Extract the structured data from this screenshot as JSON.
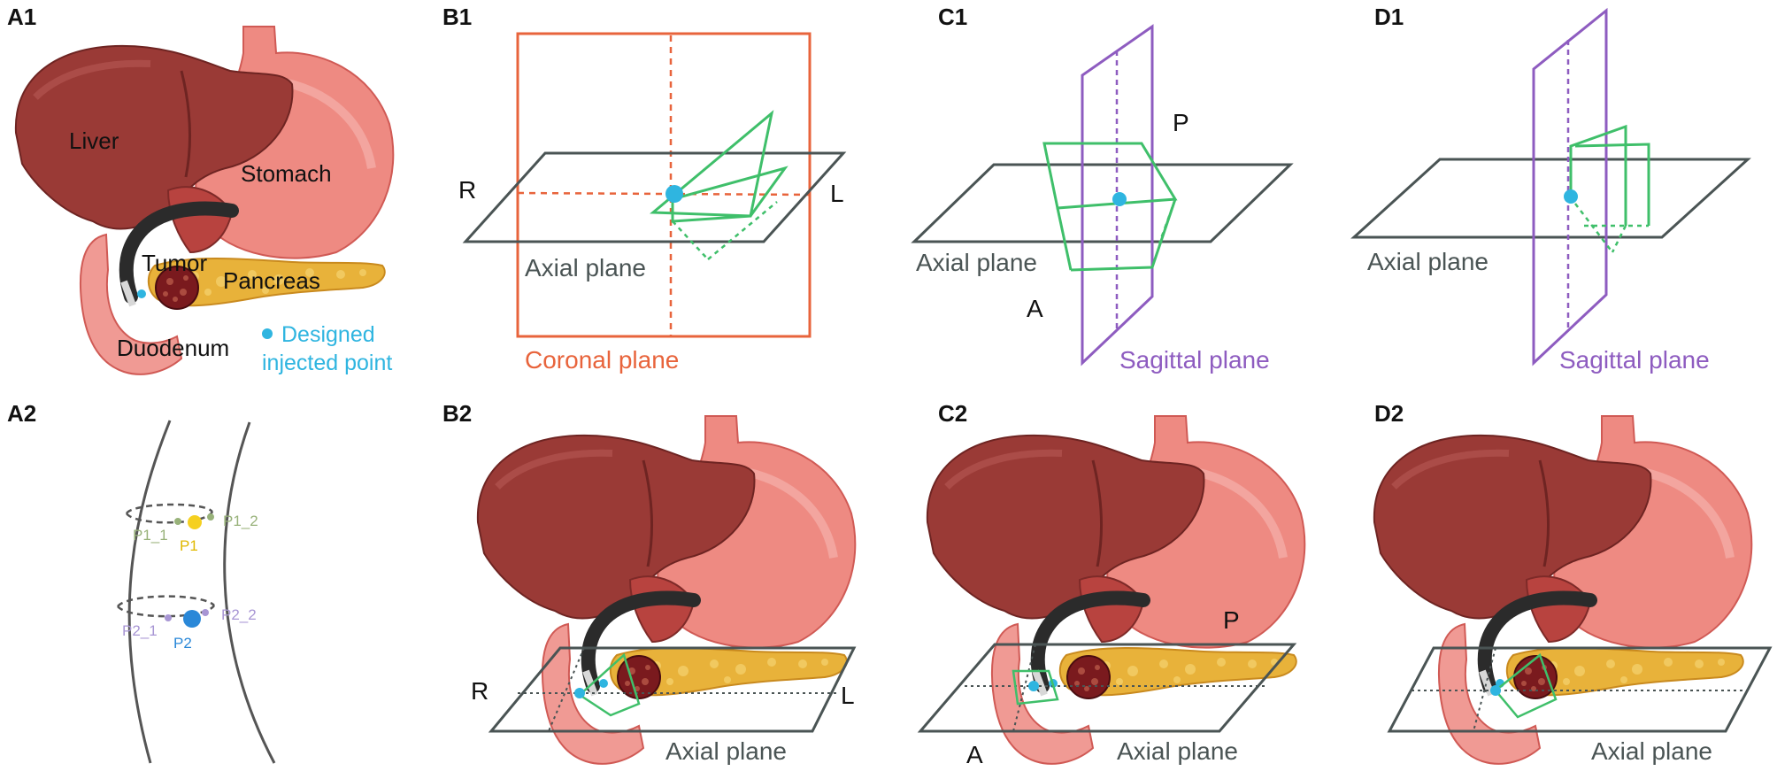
{
  "colors": {
    "liver": "#9a3a36",
    "liver_dark": "#6e2422",
    "stomach": "#ee8a82",
    "stomach_dark": "#d05a55",
    "pancreas": "#e8b23a",
    "pancreas_dark": "#c98a1e",
    "tumor": "#7a1a1e",
    "duodenum": "#f09a94",
    "scope": "#2b2b2b",
    "injection": "#2fb5e0",
    "coronal": "#e8643c",
    "sagittal": "#8e5cc0",
    "axial": "#4a5454",
    "needle_plane": "#3fbf6a",
    "p1": "#f5d020",
    "p2": "#2a88d8",
    "p1_side": "#98b27a",
    "p2_side": "#a896d4"
  },
  "panels": {
    "A1": {
      "label": "A1",
      "liver": "Liver",
      "stomach": "Stomach",
      "tumor": "Tumor",
      "pancreas": "Pancreas",
      "duodenum": "Duodenum",
      "legend_line1": "Designed",
      "legend_line2": "injected point"
    },
    "A2": {
      "label": "A2",
      "p1_1": "P1_1",
      "p1_2": "P1_2",
      "p1": "P1",
      "p2_1": "P2_1",
      "p2_2": "P2_2",
      "p2": "P2"
    },
    "B1": {
      "label": "B1",
      "r": "R",
      "l": "L",
      "axial": "Axial plane",
      "coronal": "Coronal plane"
    },
    "C1": {
      "label": "C1",
      "p": "P",
      "a": "A",
      "axial": "Axial plane",
      "sagittal": "Sagittal plane"
    },
    "D1": {
      "label": "D1",
      "axial": "Axial plane",
      "sagittal": "Sagittal plane"
    },
    "B2": {
      "label": "B2",
      "r": "R",
      "l": "L",
      "axial": "Axial plane"
    },
    "C2": {
      "label": "C2",
      "p": "P",
      "a": "A",
      "axial": "Axial plane"
    },
    "D2": {
      "label": "D2",
      "axial": "Axial plane"
    }
  }
}
